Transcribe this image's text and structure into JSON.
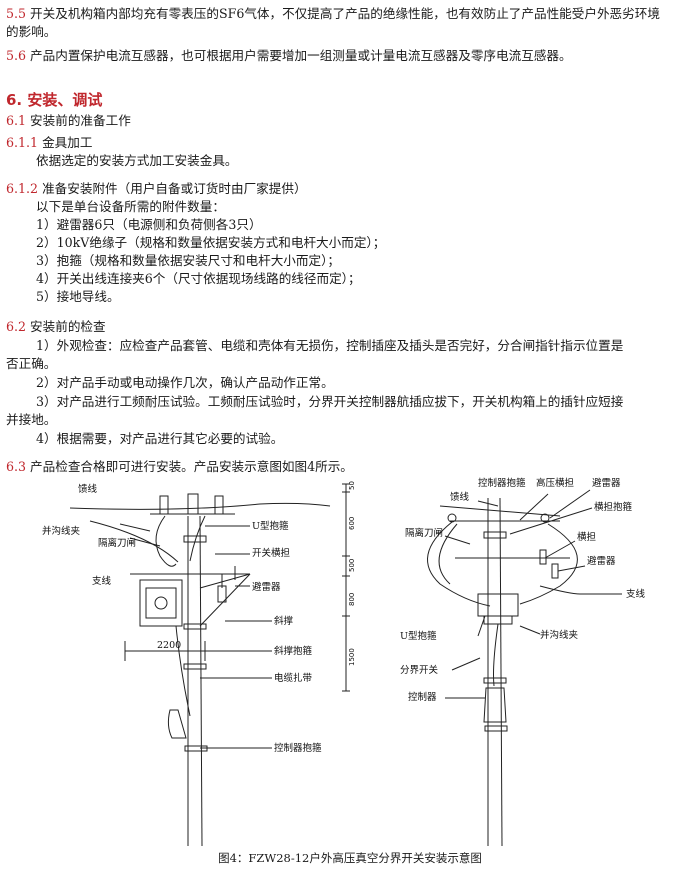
{
  "para_5_5": {
    "num": "5.5",
    "text": "开关及机构箱内部均充有零表压的SF6气体，不仅提高了产品的绝缘性能，也有效防止了产品性能受户外恶劣环境",
    "cont": "的影响。"
  },
  "para_5_6": {
    "num": "5.6",
    "text": "产品内置保护电流互感器，也可根据用户需要增加一组测量或计量电流互感器及零序电流互感器。"
  },
  "section_6": "6. 安装、调试",
  "s6_1": {
    "num": "6.1",
    "text": "安装前的准备工作"
  },
  "s6_1_1": {
    "num": "6.1.1",
    "text": "金具加工",
    "body": "依据选定的安装方式加工安装金具。"
  },
  "s6_1_2": {
    "num": "6.1.2",
    "text": "准备安装附件（用户自备或订货时由厂家提供）",
    "intro": "以下是单台设备所需的附件数量：",
    "items": [
      "1）避雷器6只（电源侧和负荷侧各3只）",
      "2）10kV绝缘子（规格和数量依据安装方式和电杆大小而定）；",
      "3）抱箍（规格和数量依据安装尺寸和电杆大小而定）；",
      "4）开关出线连接夹6个（尺寸依据现场线路的线径而定）；",
      "5）接地导线。"
    ]
  },
  "s6_2": {
    "num": "6.2",
    "text": "安装前的检查",
    "lines": [
      "1）外观检查：应检查产品套管、电缆和壳体有无损伤，控制插座及插头是否完好，分合闸指针指示位置是",
      "否正确。",
      "2）对产品手动或电动操作几次，确认产品动作正常。",
      "3）对产品进行工频耐压试验。工频耐压试验时，分界开关控制器航插应拔下，开关机构箱上的插针应短接",
      "并接地。",
      "4）根据需要，对产品进行其它必要的试验。"
    ]
  },
  "s6_3": {
    "num": "6.3",
    "text": "产品检查合格即可进行安装。产品安装示意图如图4所示。"
  },
  "figure": {
    "left": {
      "labels": [
        "馈线",
        "并沟线夹",
        "隔离刀闸",
        "U型抱箍",
        "开关横担",
        "支线",
        "避雷器",
        "斜撑",
        "斜撑抱箍",
        "电缆扎带",
        "控制器抱箍"
      ],
      "width_dim": "2200",
      "dims": [
        "50",
        "600",
        "500",
        "800",
        "1500"
      ]
    },
    "right": {
      "labels": [
        "馈线",
        "控制器抱箍",
        "高压横担",
        "避雷器",
        "横担抱箍",
        "隔离刀闸",
        "横担",
        "避雷器",
        "支线",
        "并沟线夹",
        "U型抱箍",
        "分界开关",
        "控制器"
      ]
    },
    "caption": "图4：FZW28-12户外高压真空分界开关安装示意图"
  }
}
